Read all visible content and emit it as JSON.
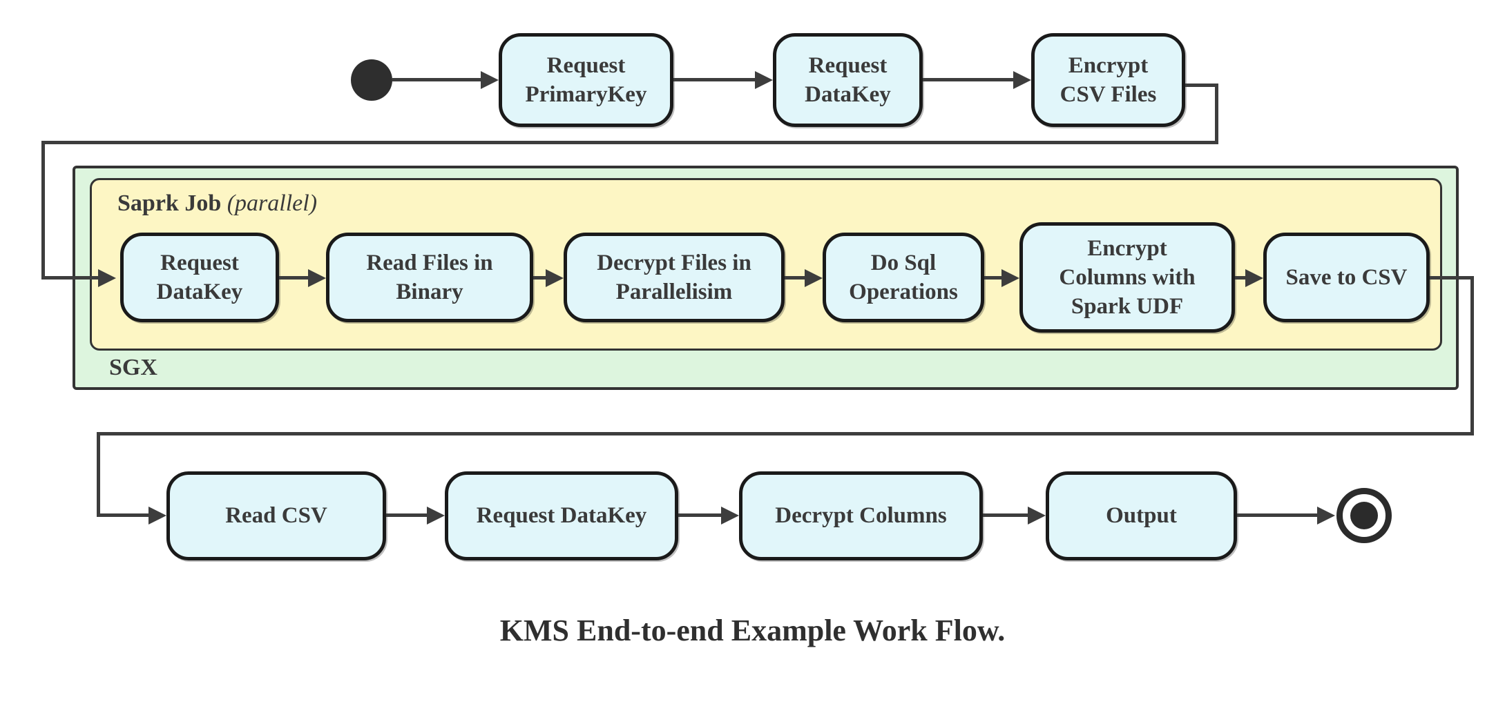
{
  "title": "KMS End-to-end Example Work Flow.",
  "colors": {
    "state_fill": "#e1f6fa",
    "state_border": "#1a1a1a",
    "inner_group_fill": "#fdf6c4",
    "outer_group_fill": "#ddf5de",
    "line": "#3d3d3d",
    "text": "#3a3a3a"
  },
  "groups": {
    "outer_label": "SGX",
    "inner_label": "Saprk Job",
    "inner_qualifier": "(parallel)"
  },
  "states": {
    "request_primarykey": "Request\nPrimaryKey",
    "request_datakey_top": "Request\nDataKey",
    "encrypt_csv_files": "Encrypt\nCSV Files",
    "request_datakey_sgx": "Request\nDataKey",
    "read_files_in_binary": "Read Files in\nBinary",
    "decrypt_files_in_parallelisim": "Decrypt Files in\nParallelisim",
    "do_sql_operations": "Do Sql\nOperations",
    "encrypt_columns_with_spark_udf": "Encrypt\nColumns with\nSpark UDF",
    "save_to_csv": "Save to CSV",
    "read_csv": "Read CSV",
    "request_datakey_bottom": "Request DataKey",
    "decrypt_columns": "Decrypt Columns",
    "output": "Output"
  }
}
